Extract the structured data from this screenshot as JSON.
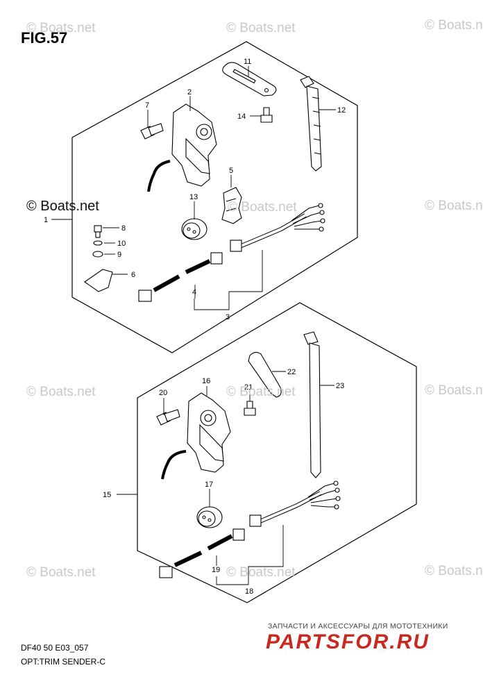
{
  "figure": {
    "title": "FIG.57",
    "model_code": "DF40 50 E03_057",
    "section_name": "OPT:TRIM SENDER-C"
  },
  "watermarks": {
    "text": "© Boats.net"
  },
  "branding": {
    "subtitle": "ЗАПЧАСТИ И АКСЕССУАРЫ ДЛЯ МОТОТЕХНИКИ",
    "logo": "PARTSFOR.RU",
    "logo_color": "#c8281e"
  },
  "callouts": {
    "c1": "1",
    "c2": "2",
    "c3": "3",
    "c4": "4",
    "c5": "5",
    "c6": "6",
    "c7": "7",
    "c8": "8",
    "c9": "9",
    "c10": "10",
    "c11": "11",
    "c12": "12",
    "c13": "13",
    "c14": "14",
    "c15": "15",
    "c16": "16",
    "c17": "17",
    "c18": "18",
    "c19": "19",
    "c20": "20",
    "c21": "21",
    "c22": "22",
    "c23": "23"
  }
}
